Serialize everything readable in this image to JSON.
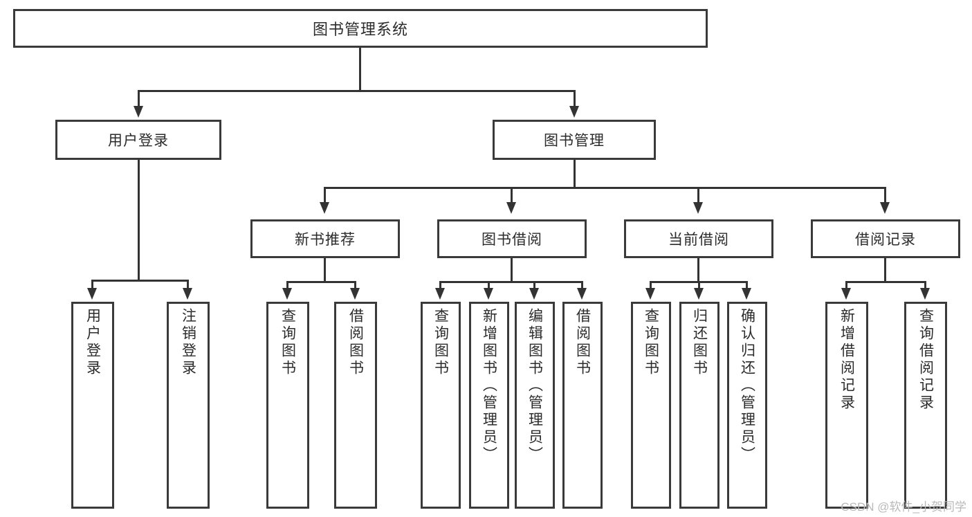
{
  "diagram": {
    "type": "tree-hierarchy",
    "title": "图书管理系统",
    "root": {
      "label": "图书管理系统"
    },
    "level1": [
      {
        "label": "用户登录"
      },
      {
        "label": "图书管理"
      }
    ],
    "level2": [
      {
        "label": "新书推荐",
        "parent": "图书管理"
      },
      {
        "label": "图书借阅",
        "parent": "图书管理"
      },
      {
        "label": "当前借阅",
        "parent": "图书管理"
      },
      {
        "label": "借阅记录",
        "parent": "图书管理"
      }
    ],
    "leaves": {
      "user_login": [
        {
          "label": "用户登录"
        },
        {
          "label": "注销登录"
        }
      ],
      "new_book_recommend": [
        {
          "label": "查询图书"
        },
        {
          "label": "借阅图书"
        }
      ],
      "book_borrow": [
        {
          "label": "查询图书"
        },
        {
          "label": "新增图书（管理员）"
        },
        {
          "label": "编辑图书（管理员）"
        },
        {
          "label": "借阅图书"
        }
      ],
      "current_borrow": [
        {
          "label": "查询图书"
        },
        {
          "label": "归还图书"
        },
        {
          "label": "确认归还（管理员）"
        }
      ],
      "borrow_record": [
        {
          "label": "新增借阅记录"
        },
        {
          "label": "查询借阅记录"
        }
      ]
    }
  },
  "watermark": {
    "text": "CSDN @软件_小贺同学"
  },
  "colors": {
    "background": "#ffffff",
    "box_border": "#3a3a3a",
    "connector": "#333333",
    "text": "#2b2b2b",
    "watermark": "#b9b9b9"
  }
}
